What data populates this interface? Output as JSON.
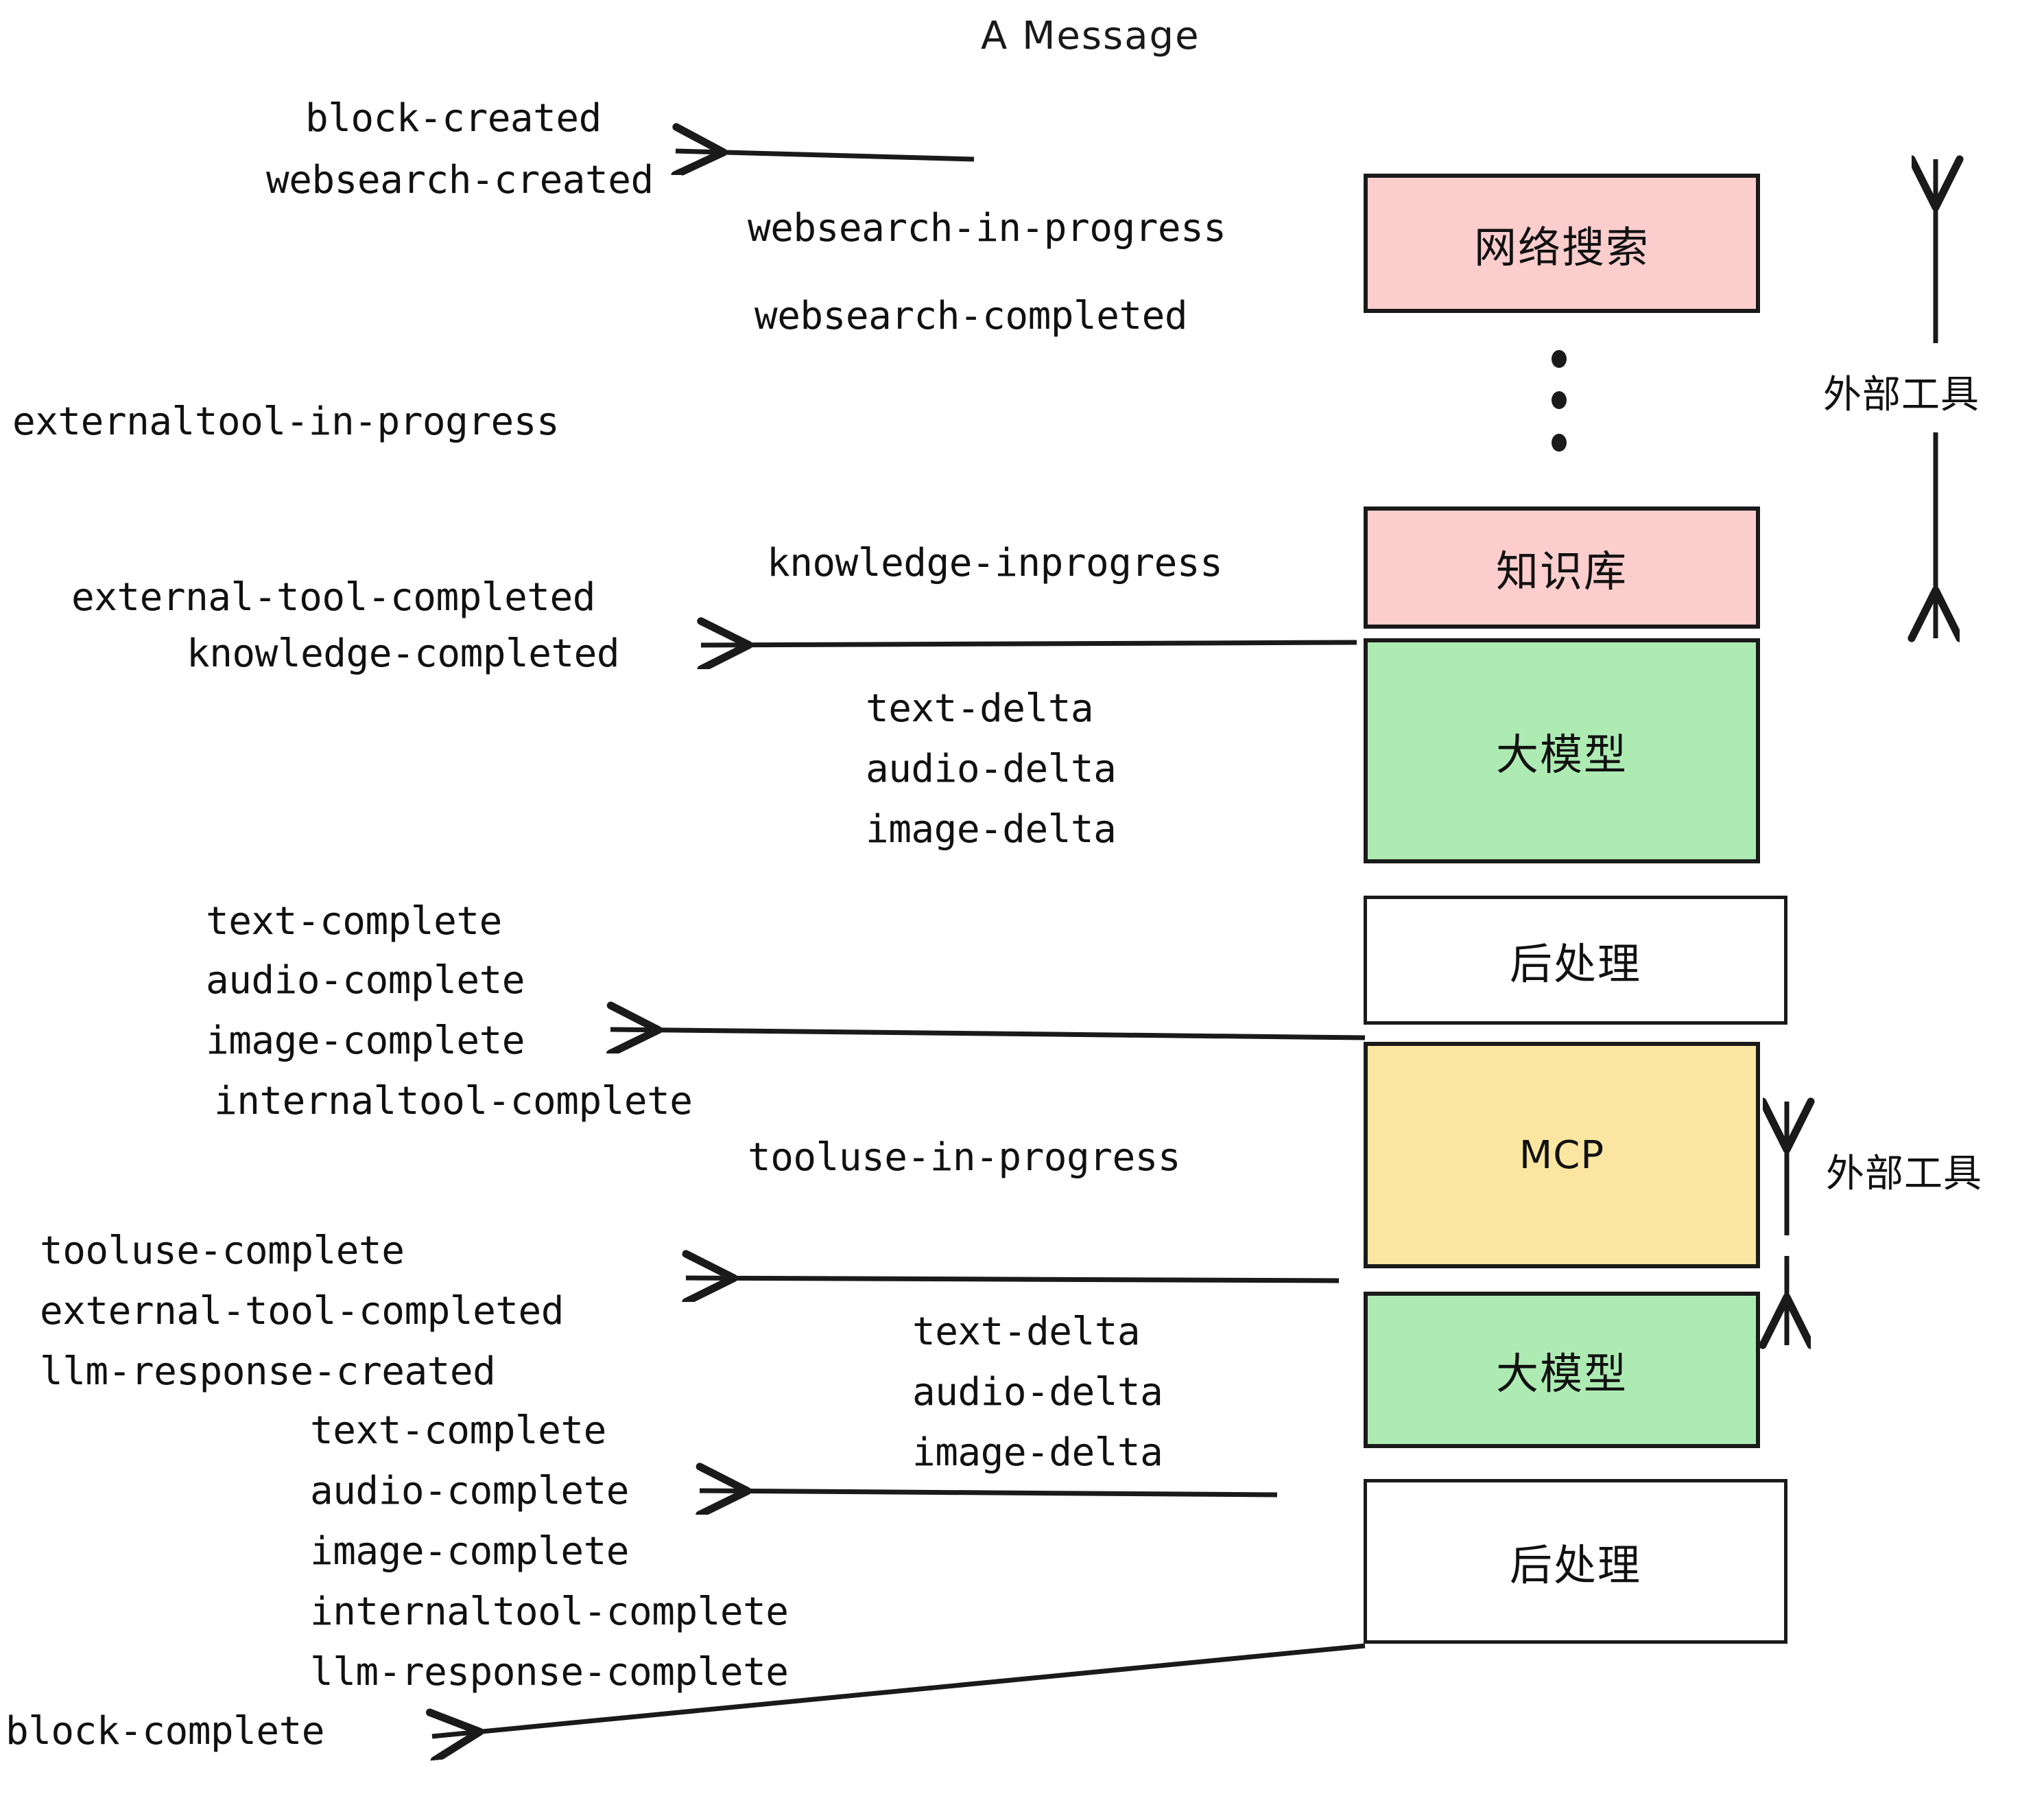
{
  "title": "A Message",
  "colors": {
    "external_tool_fill": "#FBCDCD",
    "llm_fill": "#ADEBB3",
    "mcp_fill": "#FAE6A0",
    "postprocess_fill": "#FFFFFF",
    "stroke": "#1A1A1A",
    "background": "#FFFFFF"
  },
  "nodes": [
    {
      "id": "websearch",
      "label": "网络搜索",
      "fill_key": "external_tool_fill"
    },
    {
      "id": "knowledge",
      "label": "知识库",
      "fill_key": "external_tool_fill"
    },
    {
      "id": "llm-top",
      "label": "大模型",
      "fill_key": "llm_fill"
    },
    {
      "id": "postprocess-top",
      "label": "后处理",
      "fill_key": "postprocess_fill"
    },
    {
      "id": "mcp",
      "label": "MCP",
      "fill_key": "mcp_fill"
    },
    {
      "id": "llm-bottom",
      "label": "大模型",
      "fill_key": "llm_fill"
    },
    {
      "id": "postprocess-bottom",
      "label": "后处理",
      "fill_key": "postprocess_fill"
    }
  ],
  "side_labels": [
    {
      "id": "external-tool-top",
      "label": "外部工具"
    },
    {
      "id": "external-tool-bottom",
      "label": "外部工具"
    }
  ],
  "events": [
    {
      "id": "block-created",
      "label": "block-created"
    },
    {
      "id": "websearch-created",
      "label": "websearch-created"
    },
    {
      "id": "websearch-in-progress",
      "label": "websearch-in-progress"
    },
    {
      "id": "websearch-completed",
      "label": "websearch-completed"
    },
    {
      "id": "externaltool-in-progress",
      "label": "externaltool-in-progress"
    },
    {
      "id": "knowledge-inprogress",
      "label": "knowledge-inprogress"
    },
    {
      "id": "external-tool-completed-1",
      "label": "external-tool-completed"
    },
    {
      "id": "knowledge-completed",
      "label": "knowledge-completed"
    },
    {
      "id": "text-delta-1",
      "label": "text-delta"
    },
    {
      "id": "audio-delta-1",
      "label": "audio-delta"
    },
    {
      "id": "image-delta-1",
      "label": "image-delta"
    },
    {
      "id": "text-complete-1",
      "label": "text-complete"
    },
    {
      "id": "audio-complete-1",
      "label": "audio-complete"
    },
    {
      "id": "image-complete-1",
      "label": "image-complete"
    },
    {
      "id": "internaltool-complete-1",
      "label": "internaltool-complete"
    },
    {
      "id": "tooluse-in-progress",
      "label": "tooluse-in-progress"
    },
    {
      "id": "tooluse-complete",
      "label": "tooluse-complete"
    },
    {
      "id": "external-tool-completed-2",
      "label": "external-tool-completed"
    },
    {
      "id": "llm-response-created",
      "label": "llm-response-created"
    },
    {
      "id": "text-delta-2",
      "label": "text-delta"
    },
    {
      "id": "audio-delta-2",
      "label": "audio-delta"
    },
    {
      "id": "image-delta-2",
      "label": "image-delta"
    },
    {
      "id": "text-complete-2",
      "label": "text-complete"
    },
    {
      "id": "audio-complete-2",
      "label": "audio-complete"
    },
    {
      "id": "image-complete-2",
      "label": "image-complete"
    },
    {
      "id": "internaltool-complete-2",
      "label": "internaltool-complete"
    },
    {
      "id": "llm-response-complete",
      "label": "llm-response-complete"
    },
    {
      "id": "block-complete",
      "label": "block-complete"
    }
  ]
}
